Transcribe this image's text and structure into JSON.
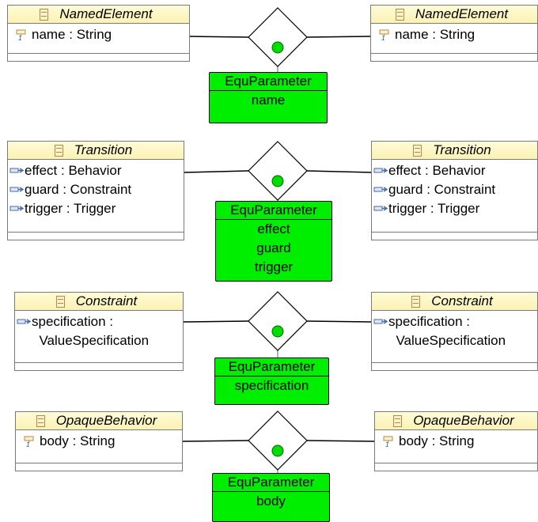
{
  "groups": [
    {
      "left": {
        "class_name": "NamedElement",
        "attributes": [
          {
            "icon": "property-icon",
            "text": "name : String"
          }
        ]
      },
      "right": {
        "class_name": "NamedElement",
        "attributes": [
          {
            "icon": "property-icon",
            "text": "name : String"
          }
        ]
      },
      "parameter": {
        "title": "EquParameter",
        "items": [
          "name"
        ]
      }
    },
    {
      "left": {
        "class_name": "Transition",
        "attributes": [
          {
            "icon": "reference-icon",
            "text": "effect : Behavior"
          },
          {
            "icon": "reference-icon",
            "text": "guard : Constraint"
          },
          {
            "icon": "reference-icon",
            "text": "trigger : Trigger"
          }
        ]
      },
      "right": {
        "class_name": "Transition",
        "attributes": [
          {
            "icon": "reference-icon",
            "text": "effect : Behavior"
          },
          {
            "icon": "reference-icon",
            "text": "guard : Constraint"
          },
          {
            "icon": "reference-icon",
            "text": "trigger : Trigger"
          }
        ]
      },
      "parameter": {
        "title": "EquParameter",
        "items": [
          "effect",
          "guard",
          "trigger"
        ]
      }
    },
    {
      "left": {
        "class_name": "Constraint",
        "attributes": [
          {
            "icon": "reference-icon",
            "text": "specification :\n  ValueSpecification"
          }
        ]
      },
      "right": {
        "class_name": "Constraint",
        "attributes": [
          {
            "icon": "reference-icon",
            "text": "specification :\n  ValueSpecification"
          }
        ]
      },
      "parameter": {
        "title": "EquParameter",
        "items": [
          "specification"
        ]
      }
    },
    {
      "left": {
        "class_name": "OpaqueBehavior",
        "attributes": [
          {
            "icon": "property-icon",
            "text": "body : String"
          }
        ]
      },
      "right": {
        "class_name": "OpaqueBehavior",
        "attributes": [
          {
            "icon": "property-icon",
            "text": "body : String"
          }
        ]
      },
      "parameter": {
        "title": "EquParameter",
        "items": [
          "body"
        ]
      }
    }
  ],
  "colors": {
    "parameter_fill": "#00ee00",
    "header_fill": "#fbf2b3",
    "dot_fill": "#00dd00"
  }
}
